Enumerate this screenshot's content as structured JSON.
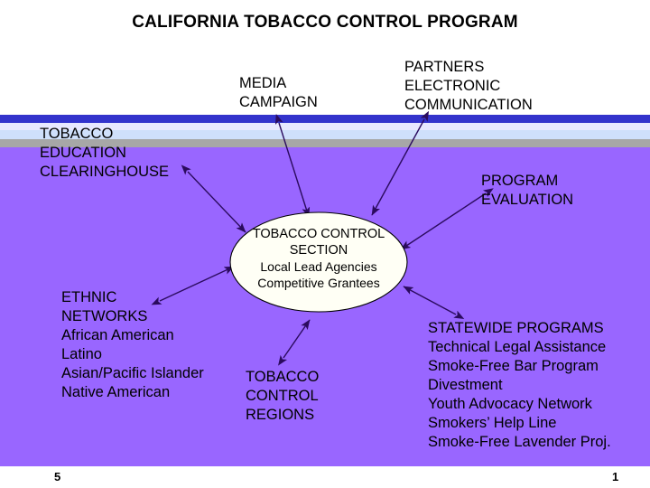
{
  "slide": {
    "title": "CALIFORNIA TOBACCO CONTROL PROGRAM",
    "background_color": "#9966FF",
    "banner_colors": {
      "indigo": "#3333CC",
      "white": "#E8E8FF",
      "light_blue": "#CFE0FB",
      "gray": "#A7A7A7"
    },
    "arrow_color": "#2B0B5E",
    "text_color": "#000000"
  },
  "center_node": {
    "line1": "TOBACCO CONTROL",
    "line2": "SECTION",
    "line3": "Local Lead Agencies",
    "line4": "Competitive Grantees"
  },
  "nodes": {
    "media_campaign": "MEDIA\nCAMPAIGN",
    "partners": "PARTNERS\nELECTRONIC\nCOMMUNICATION",
    "clearinghouse": "TOBACCO\nEDUCATION\nCLEARINGHOUSE",
    "program_evaluation": "PROGRAM\nEVALUATION",
    "ethnic_networks": "ETHNIC\nNETWORKS\nAfrican American\nLatino\nAsian/Pacific Islander\nNative American",
    "tobacco_control_regions": "TOBACCO\nCONTROL\nREGIONS",
    "statewide_programs": "STATEWIDE PROGRAMS\nTechnical Legal Assistance\nSmoke-Free Bar Program\nDivestment\nYouth Advocacy Network\nSmokers’ Help Line\nSmoke-Free Lavender Proj."
  },
  "footer": {
    "page_left": "5",
    "page_right": "1"
  }
}
